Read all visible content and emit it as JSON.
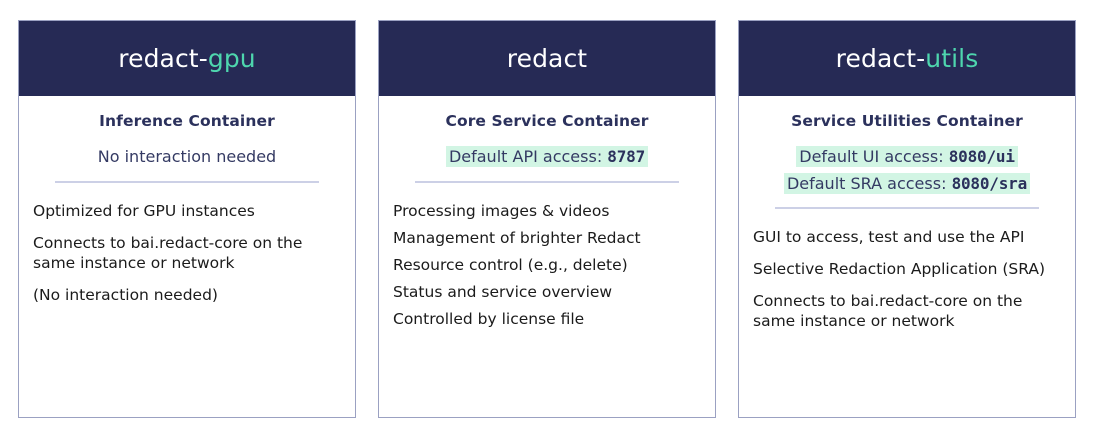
{
  "theme": {
    "header_bg": "#262a55",
    "accent_teal": "#4ed6ae",
    "highlight_mint": "#d2f5e4",
    "border": "#9ba1c2",
    "heading_navy": "#2b315c",
    "divider": "#ccd0e6",
    "page_bg": "#ffffff"
  },
  "cards": [
    {
      "id": "redact-gpu",
      "title_base": "redact-",
      "title_accent": "gpu",
      "subtitle": "Inference Container",
      "access": [
        {
          "label": "No interaction needed",
          "value": "",
          "highlighted": false
        }
      ],
      "body": [
        "Optimized for GPU instances",
        "Connects to bai.redact-core on the same instance or network",
        "(No interaction needed)"
      ]
    },
    {
      "id": "redact",
      "title_base": "redact",
      "title_accent": "",
      "subtitle": "Core Service Container",
      "access": [
        {
          "label": "Default API access:",
          "value": "8787",
          "highlighted": true
        }
      ],
      "body": [
        "Processing images & videos",
        "Management of brighter Redact",
        "Resource control (e.g., delete)",
        "Status and service overview",
        "Controlled by license file"
      ]
    },
    {
      "id": "redact-utils",
      "title_base": "redact-",
      "title_accent": "utils",
      "subtitle": "Service Utilities Container",
      "access": [
        {
          "label": "Default UI access:",
          "value": "8080/ui",
          "highlighted": true
        },
        {
          "label": "Default SRA access:",
          "value": "8080/sra",
          "highlighted": true
        }
      ],
      "body": [
        "GUI to access, test and use the API",
        "Selective Redaction Application (SRA)",
        "Connects to bai.redact-core on the same instance or network"
      ]
    }
  ]
}
